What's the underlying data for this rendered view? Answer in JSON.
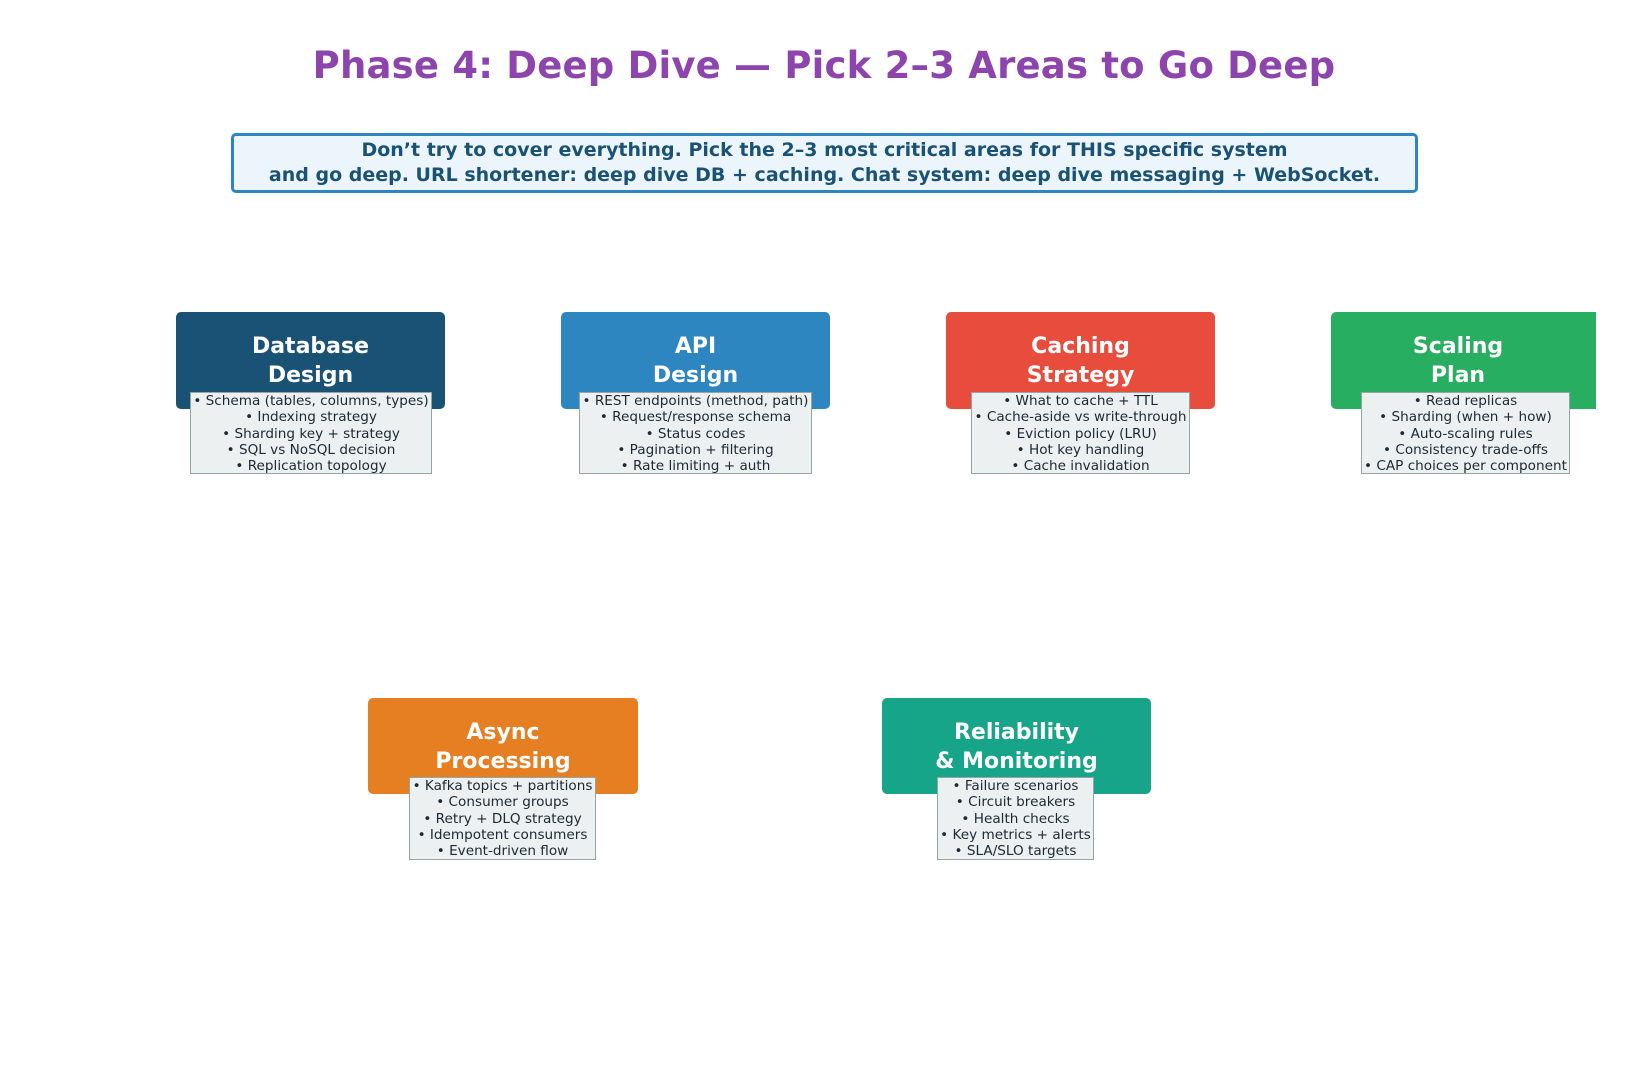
{
  "title": "Phase 4: Deep Dive — Pick 2–3 Areas to Go Deep",
  "callout": {
    "line1": "Don’t try to cover everything. Pick the 2–3 most critical areas for THIS specific system",
    "line2": "and go deep. URL shortener: deep dive DB + caching. Chat system: deep dive messaging + WebSocket.",
    "border_color": "#2e86c1",
    "background": "#ebf5fb",
    "text_color": "#1a5276"
  },
  "areas": [
    {
      "title_line1": "Database",
      "title_line2": "Design",
      "color": "#1a5276",
      "items": [
        "• Schema (tables, columns, types)",
        "• Indexing strategy",
        "• Sharding key + strategy",
        "• SQL vs NoSQL decision",
        "• Replication topology"
      ]
    },
    {
      "title_line1": "API",
      "title_line2": "Design",
      "color": "#2e86c1",
      "items": [
        "• REST endpoints (method, path)",
        "• Request/response schema",
        "• Status codes",
        "• Pagination + filtering",
        "• Rate limiting + auth"
      ]
    },
    {
      "title_line1": "Caching",
      "title_line2": "Strategy",
      "color": "#e74c3c",
      "items": [
        "• What to cache + TTL",
        "• Cache-aside vs write-through",
        "• Eviction policy (LRU)",
        "• Hot key handling",
        "• Cache invalidation"
      ]
    },
    {
      "title_line1": "Scaling",
      "title_line2": "Plan",
      "color": "#27ae60",
      "items": [
        "• Read replicas",
        "• Sharding (when + how)",
        "• Auto-scaling rules",
        "• Consistency trade-offs",
        "• CAP choices per component"
      ]
    },
    {
      "title_line1": "Async",
      "title_line2": "Processing",
      "color": "#e67e22",
      "items": [
        "• Kafka topics + partitions",
        "• Consumer groups",
        "• Retry + DLQ strategy",
        "• Idempotent consumers",
        "• Event-driven flow"
      ]
    },
    {
      "title_line1": "Reliability",
      "title_line2": "& Monitoring",
      "color": "#17a589",
      "items": [
        "• Failure scenarios",
        "• Circuit breakers",
        "• Health checks",
        "• Key metrics + alerts",
        "• SLA/SLO targets"
      ]
    }
  ]
}
